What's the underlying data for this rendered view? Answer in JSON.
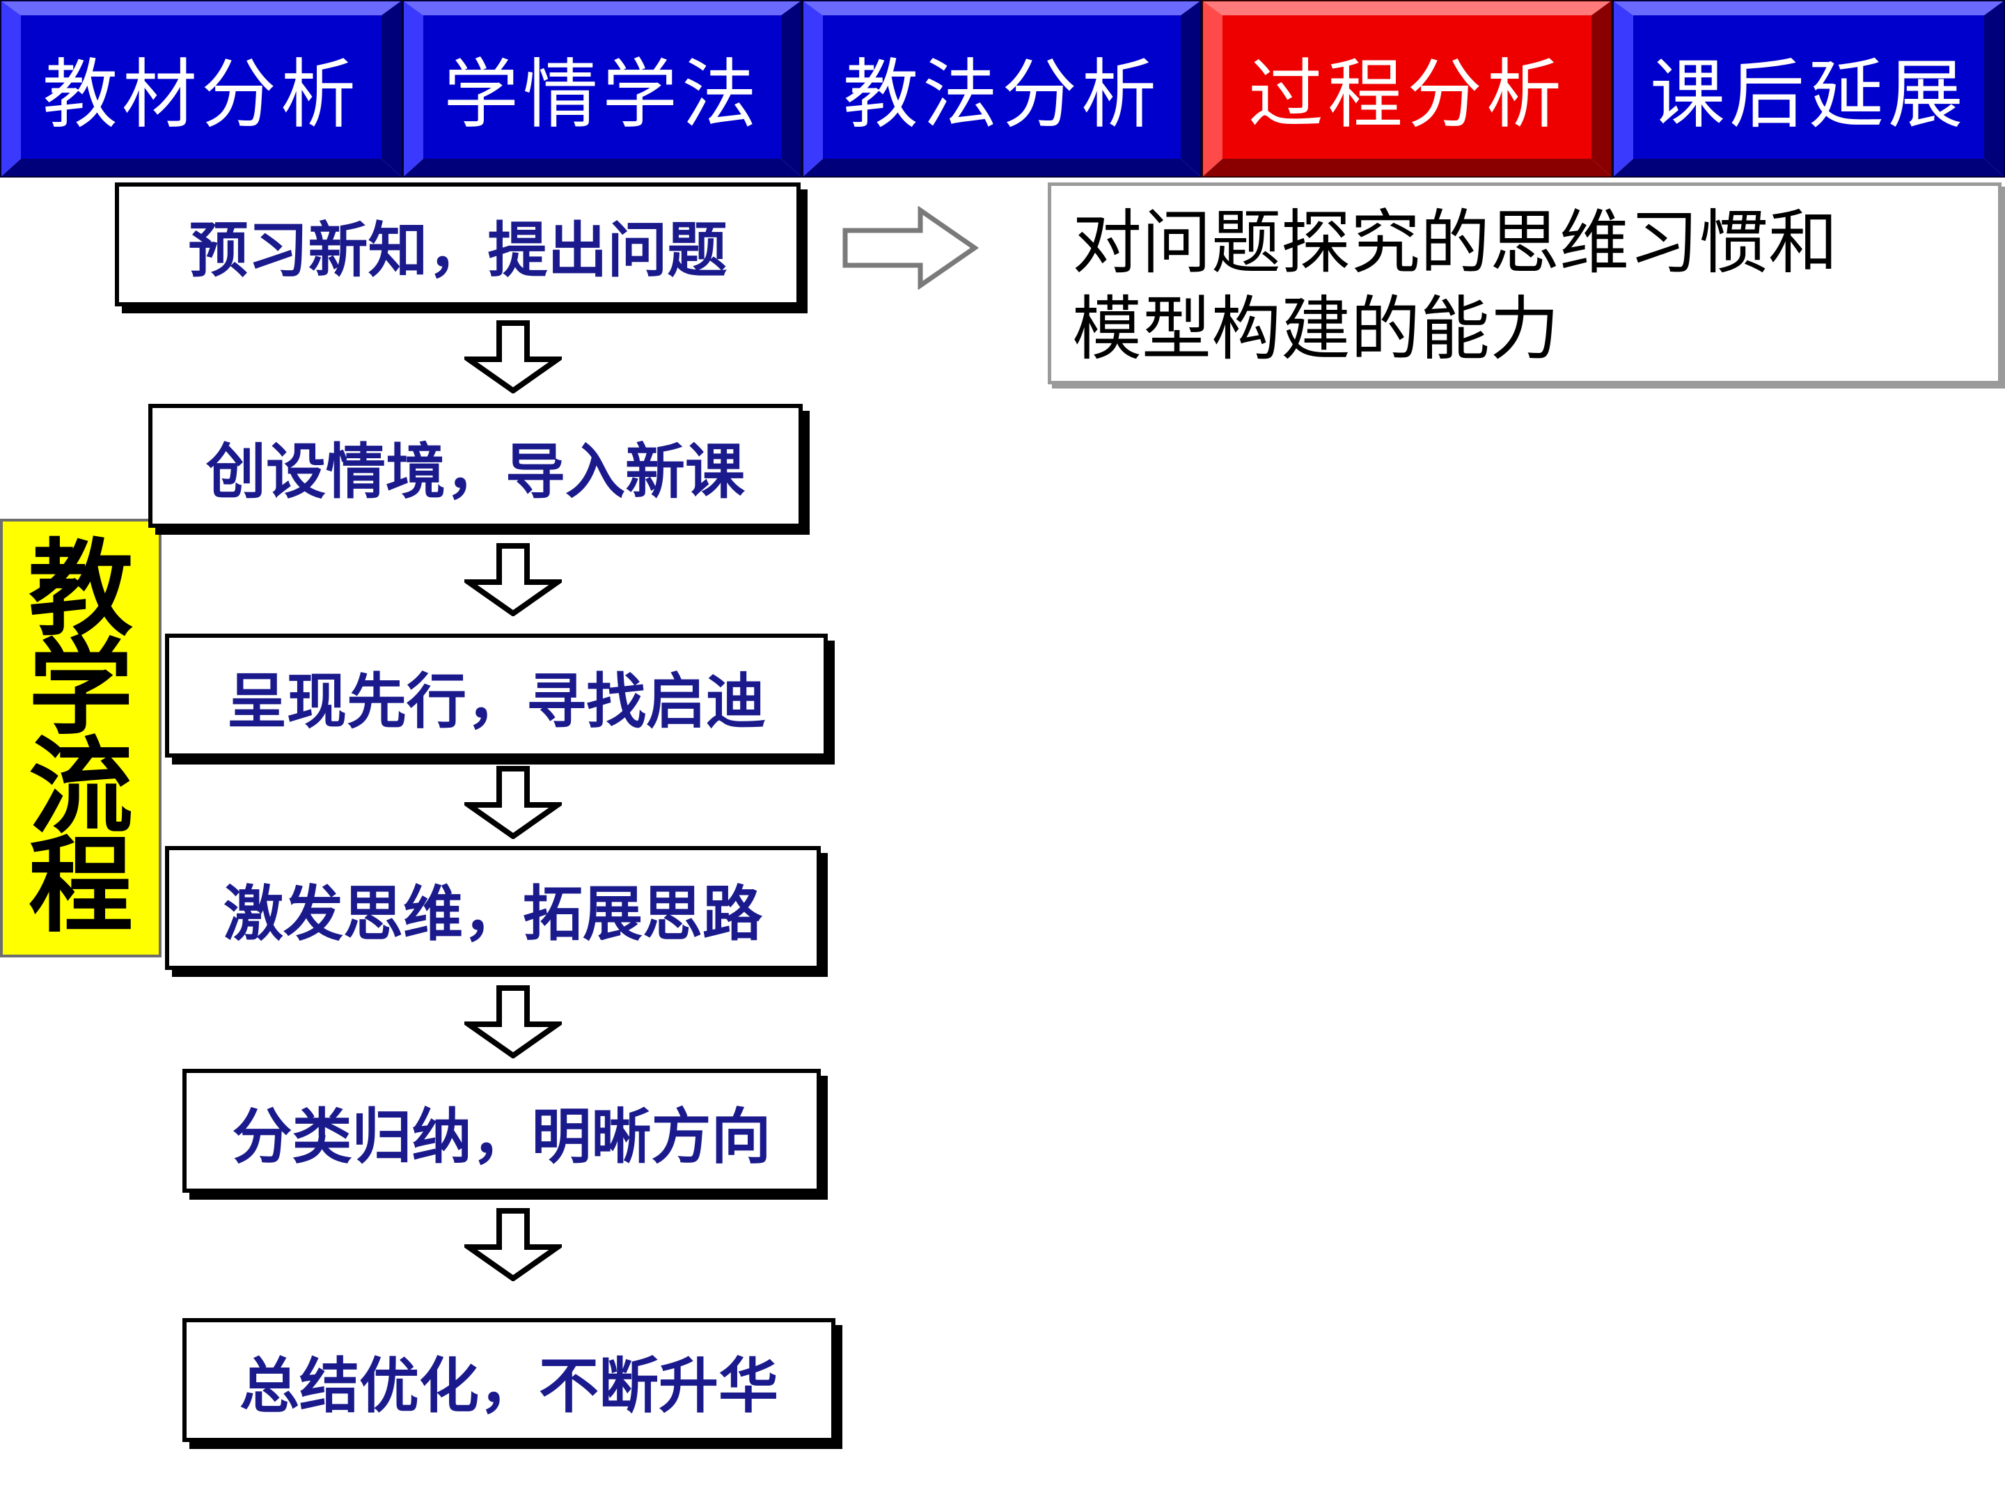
{
  "tabs": [
    {
      "label": "教材分析",
      "state": "normal"
    },
    {
      "label": "学情学法",
      "state": "normal"
    },
    {
      "label": "教法分析",
      "state": "normal"
    },
    {
      "label": "过程分析",
      "state": "active"
    },
    {
      "label": "课后延展",
      "state": "normal"
    }
  ],
  "colors": {
    "tab_face": "#0000cc",
    "tab_active_face": "#ee0000",
    "step_text": "#1a1a8c",
    "vertical_label_bg": "#ffff00"
  },
  "vertical_label": [
    "教",
    "学",
    "流",
    "程"
  ],
  "steps": [
    {
      "label": "预习新知，提出问题"
    },
    {
      "label": "创设情境，导入新课"
    },
    {
      "label": "呈现先行，寻找启迪"
    },
    {
      "label": "激发思维，拓展思路"
    },
    {
      "label": "分类归纳，明晰方向"
    },
    {
      "label": "总结优化，不断升华"
    }
  ],
  "note": {
    "lines": [
      "对问题探究的思维习惯和",
      "模型构建的能力"
    ]
  }
}
